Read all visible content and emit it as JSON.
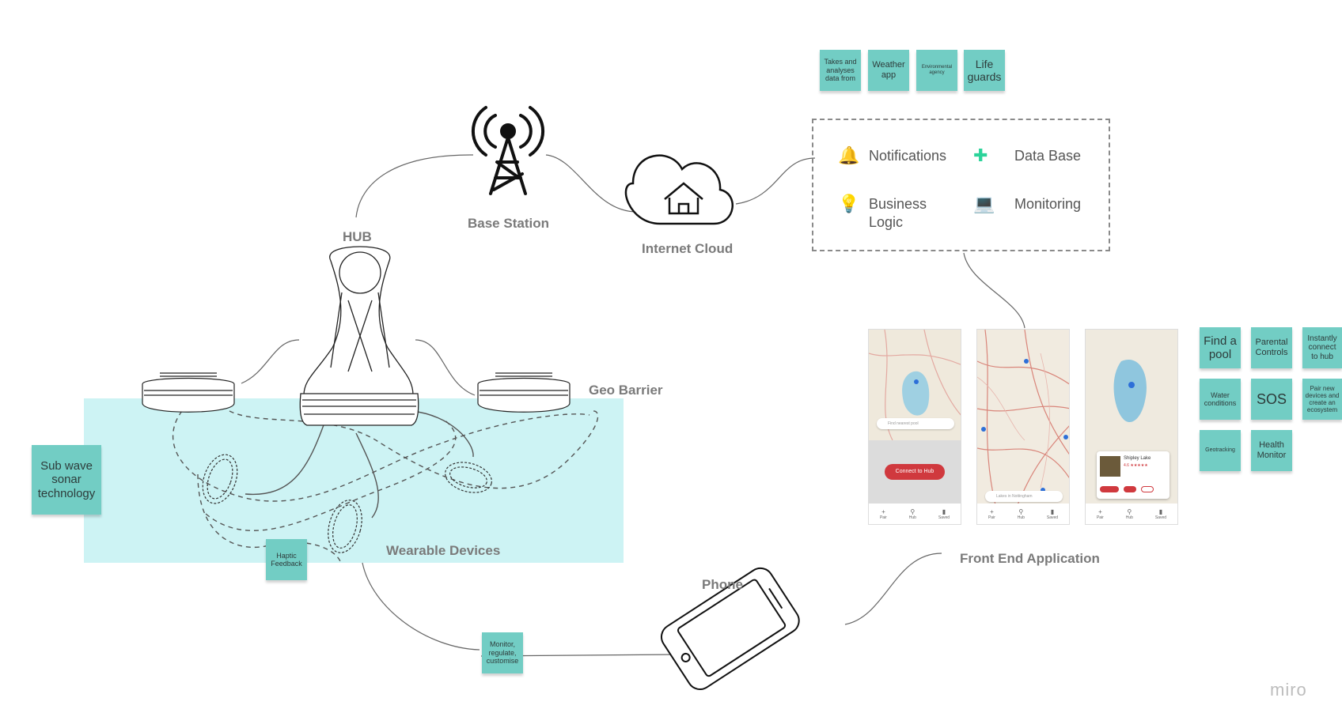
{
  "labels": {
    "hub": "HUB",
    "base_station": "Base Station",
    "internet_cloud": "Internet Cloud",
    "geo_barrier": "Geo Barrier",
    "wearable_devices": "Wearable Devices",
    "phone": "Phone",
    "front_end_application": "Front End Application"
  },
  "stickies": {
    "sub_wave": "Sub wave sonar technology",
    "haptic": "Haptic Feedback",
    "monitor": "Monitor, regulate, customise",
    "takes_data": "Takes and analyses data from",
    "weather_app": "Weather app",
    "environmental_agency": "Environmental agency",
    "life_guards": "Life guards",
    "find_pool": "Find a pool",
    "parental_controls": "Parental Controls",
    "instantly_connect": "Instantly connect to hub",
    "water_conditions": "Water conditions",
    "sos": "SOS",
    "pair_devices": "Pair new devices and create an ecosystem",
    "geotracking": "Geotracking",
    "health_monitor": "Health Monitor"
  },
  "services": {
    "notifications": "Notifications",
    "data_base": "Data Base",
    "business_logic": "Business Logic",
    "monitoring": "Monitoring"
  },
  "icons": {
    "notifications": "bell-icon",
    "data_base": "puzzle-icon",
    "business_logic": "lightbulb-icon",
    "monitoring": "laptop-icon",
    "base_station": "radio-tower-icon",
    "internet_cloud": "cloud-home-icon"
  },
  "app_screens": {
    "search_placeholder": "Find nearest pool",
    "connect_button": "Connect to Hub",
    "search_location": "Lakes in Nottingham",
    "card_title": "Shipley Lake",
    "card_rating": "4.6 ★★★★★",
    "tabs": [
      "Pair",
      "Hub",
      "Saved"
    ]
  },
  "colors": {
    "sticky": "#72cdc4",
    "pond": "#cdf3f4",
    "label": "#7a7a7a",
    "button": "#d0393e"
  },
  "watermark": "miro"
}
